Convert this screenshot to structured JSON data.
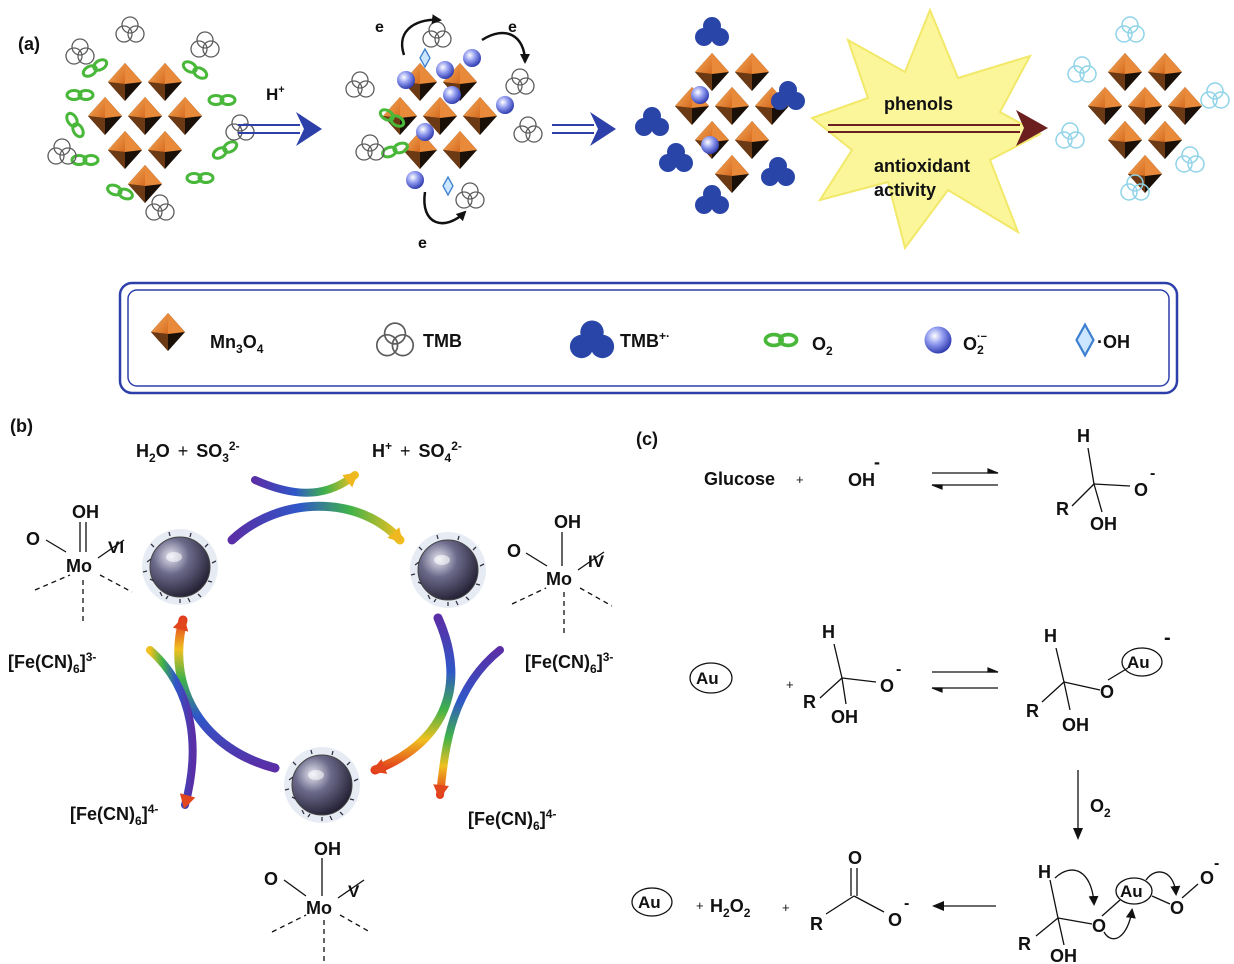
{
  "panel_a": {
    "label": "(a)",
    "h_plus": "H",
    "plus_sup": "+",
    "e": "e",
    "phenols": "phenols",
    "antioxidant": "antioxidant",
    "activity": "activity",
    "legend": {
      "mn3o4": "Mn",
      "mn3o4_sub1": "3",
      "mn3o4_o": "O",
      "mn3o4_sub2": "4",
      "tmb": "TMB",
      "tmb_ox": "TMB",
      "tmb_ox_sup": "+·",
      "o2": "O",
      "o2_sub": "2",
      "superoxide": "O",
      "superoxide_sup": "·−",
      "superoxide_sub": "2",
      "hydroxyl": "·OH"
    }
  },
  "panel_b": {
    "label": "(b)",
    "h2o": "H",
    "h2o_sub": "2",
    "h2o_o": "O",
    "plus": "+",
    "so3": "SO",
    "so3_sub": "3",
    "so3_sup": "2-",
    "h": "H",
    "h_sup": "+",
    "so4": "SO",
    "so4_sub": "4",
    "so4_sup": "2-",
    "fe_prefix": "[Fe(CN)",
    "fe_sub": "6",
    "fe_suffix": "]",
    "fe3_sup": "3-",
    "fe4_sup": "4-",
    "mo": "Mo",
    "oh": "OH",
    "o": "O",
    "vi": "VI",
    "iv": "IV",
    "v": "V"
  },
  "panel_c": {
    "label": "(c)",
    "glucose": "Glucose",
    "plus": "+",
    "oh": "OH",
    "minus": "-",
    "h": "H",
    "r": "R",
    "o": "O",
    "au": "Au",
    "o2": "O",
    "o2_sub": "2",
    "h2o2": "H",
    "h2o2_sub": "2",
    "h2o2_o": "O",
    "h2o2_sub2": "2"
  }
}
